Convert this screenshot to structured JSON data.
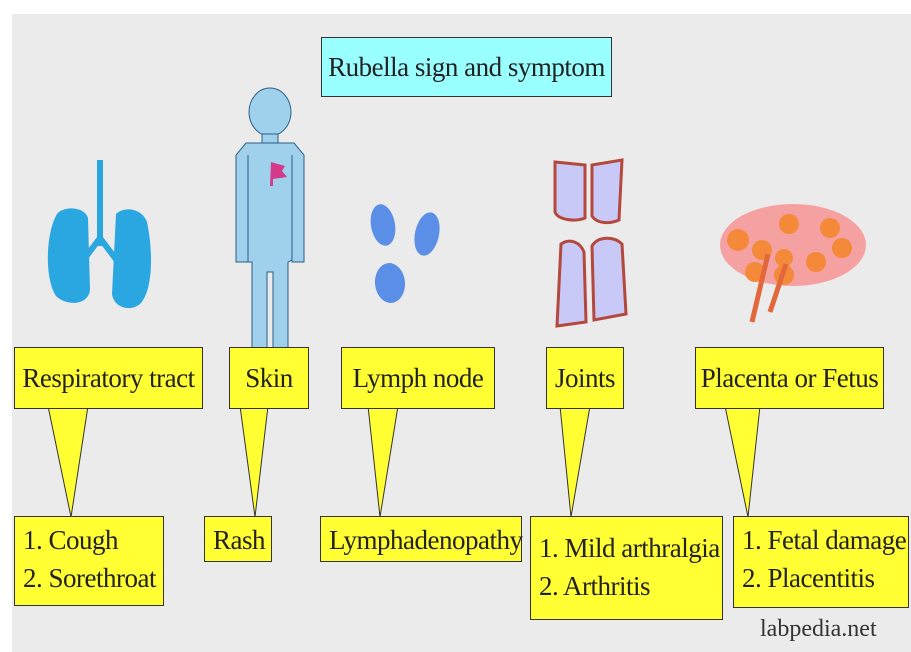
{
  "title": "Rubella sign and symptom",
  "watermark": "labpedia.net",
  "colors": {
    "background": "#ebebeb",
    "title_fill": "#99ffff",
    "label_fill": "#ffff33",
    "lung": "#2aa7e0",
    "body": "#9fd0ec",
    "lymph": "#5b8ee6",
    "joint_fill": "#c9c9f7",
    "joint_outline": "#b5483c",
    "placenta": "#f6a1a1",
    "placenta_spots": "#f4893a"
  },
  "sites": [
    {
      "id": "respiratory",
      "label": "Respiratory tract",
      "icon": "lungs-icon",
      "symptoms": [
        "1. Cough",
        "2. Sorethroat"
      ]
    },
    {
      "id": "skin",
      "label": "Skin",
      "icon": "human-body-icon",
      "symptoms": [
        "Rash"
      ]
    },
    {
      "id": "lymph",
      "label": "Lymph node",
      "icon": "lymph-node-icon",
      "symptoms": [
        "Lymphadenopathy"
      ]
    },
    {
      "id": "joints",
      "label": "Joints",
      "icon": "joint-icon",
      "symptoms": [
        "1. Mild arthralgia",
        "2. Arthritis"
      ]
    },
    {
      "id": "placenta",
      "label": "Placenta or Fetus",
      "icon": "placenta-icon",
      "symptoms": [
        "1. Fetal damage",
        "2. Placentitis"
      ]
    }
  ]
}
